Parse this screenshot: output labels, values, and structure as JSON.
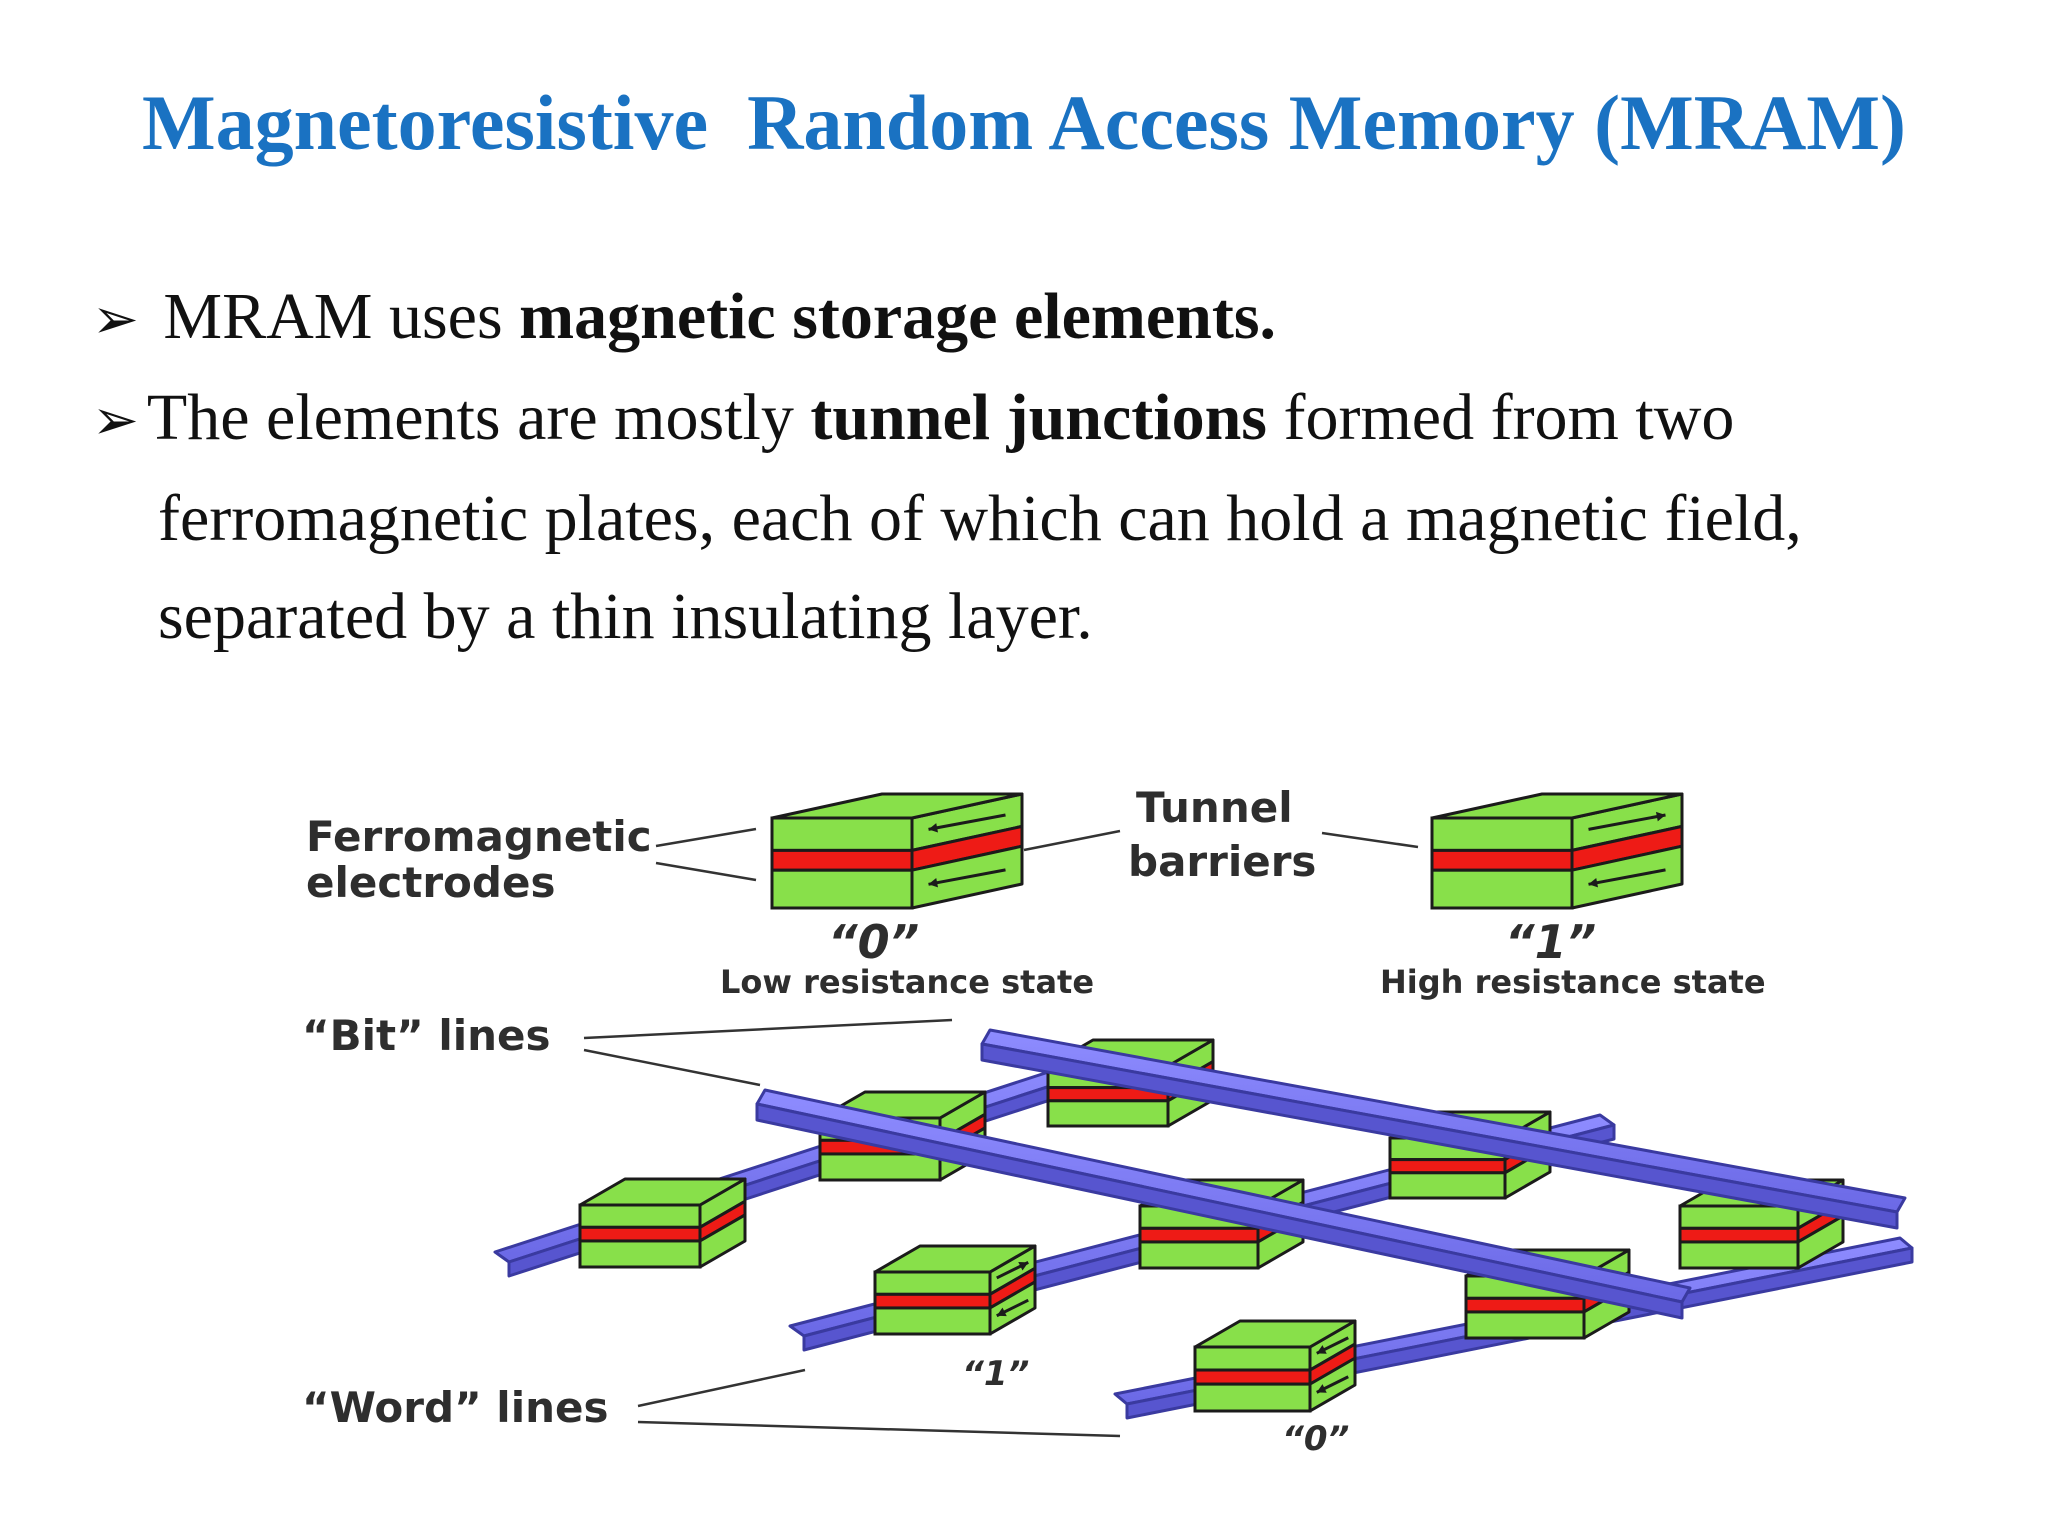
{
  "title": "Magnetoresistive  Random Access Memory (MRAM)",
  "bullets": {
    "b1": {
      "marker": "➢",
      "text1": "MRAM uses ",
      "bold1": "magnetic storage elements."
    },
    "b2": {
      "marker": "➢",
      "text1": "The elements are mostly ",
      "bold1": "tunnel junctions",
      "text2": " formed from two",
      "line2": "ferromagnetic plates, each of which can hold a magnetic field,",
      "line3": "separated by a thin insulating layer."
    }
  },
  "diagram": {
    "labels": {
      "ferro_line1": "Ferromagnetic",
      "ferro_line2": "electrodes",
      "tunnel_line1": "Tunnel",
      "tunnel_line2": "barriers",
      "state0": "“0”",
      "state0_desc": "Low resistance state",
      "state1": "“1”",
      "state1_desc": "High resistance state",
      "bit_lines": "“Bit”  lines",
      "word_lines": "“Word”  lines",
      "bottom1": "“1”",
      "bottom0": "“0”"
    },
    "colors": {
      "electrode": "#88e04a",
      "barrier": "#ee1b16",
      "line_fill": "#7a78f2",
      "line_stroke": "#3a3aa0",
      "title": "#1a72c2"
    }
  }
}
